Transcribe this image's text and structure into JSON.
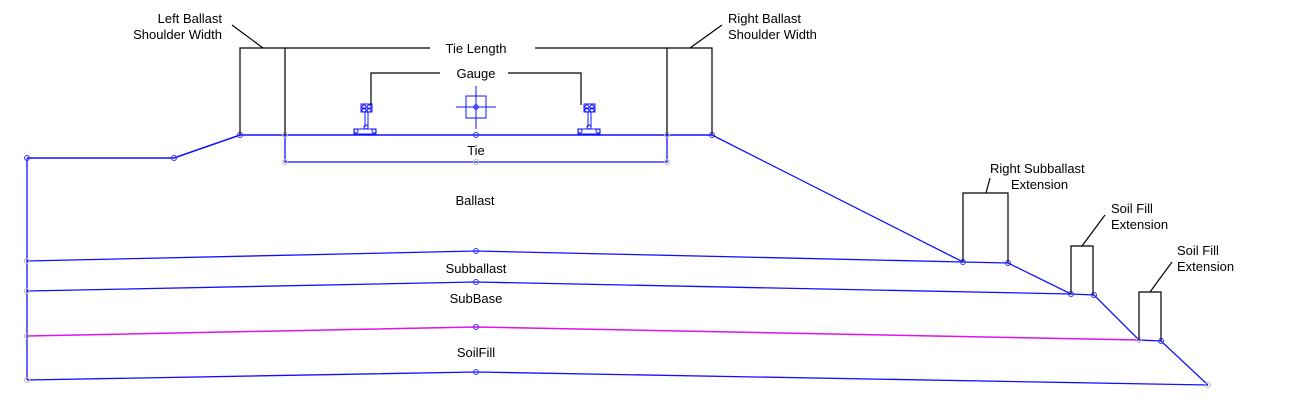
{
  "colors": {
    "profile": "#1010ff",
    "soilfill_top": "#e010f0",
    "dimension": "#000000"
  },
  "dimensions": {
    "left_shoulder": [
      "Left Ballast",
      "Shoulder Width"
    ],
    "right_shoulder": [
      "Right Ballast",
      "Shoulder Width"
    ],
    "tie_length": "Tie Length",
    "gauge": "Gauge",
    "right_subballast": [
      "Right Subballast",
      "Extension"
    ],
    "soil_fill_1": [
      "Soil Fill",
      "Extension"
    ],
    "soil_fill_2": [
      "Soil Fill",
      "Extension"
    ]
  },
  "layers": {
    "tie": "Tie",
    "ballast": "Ballast",
    "subballast": "Subballast",
    "subbase": "SubBase",
    "soilfill": "SoilFill"
  }
}
